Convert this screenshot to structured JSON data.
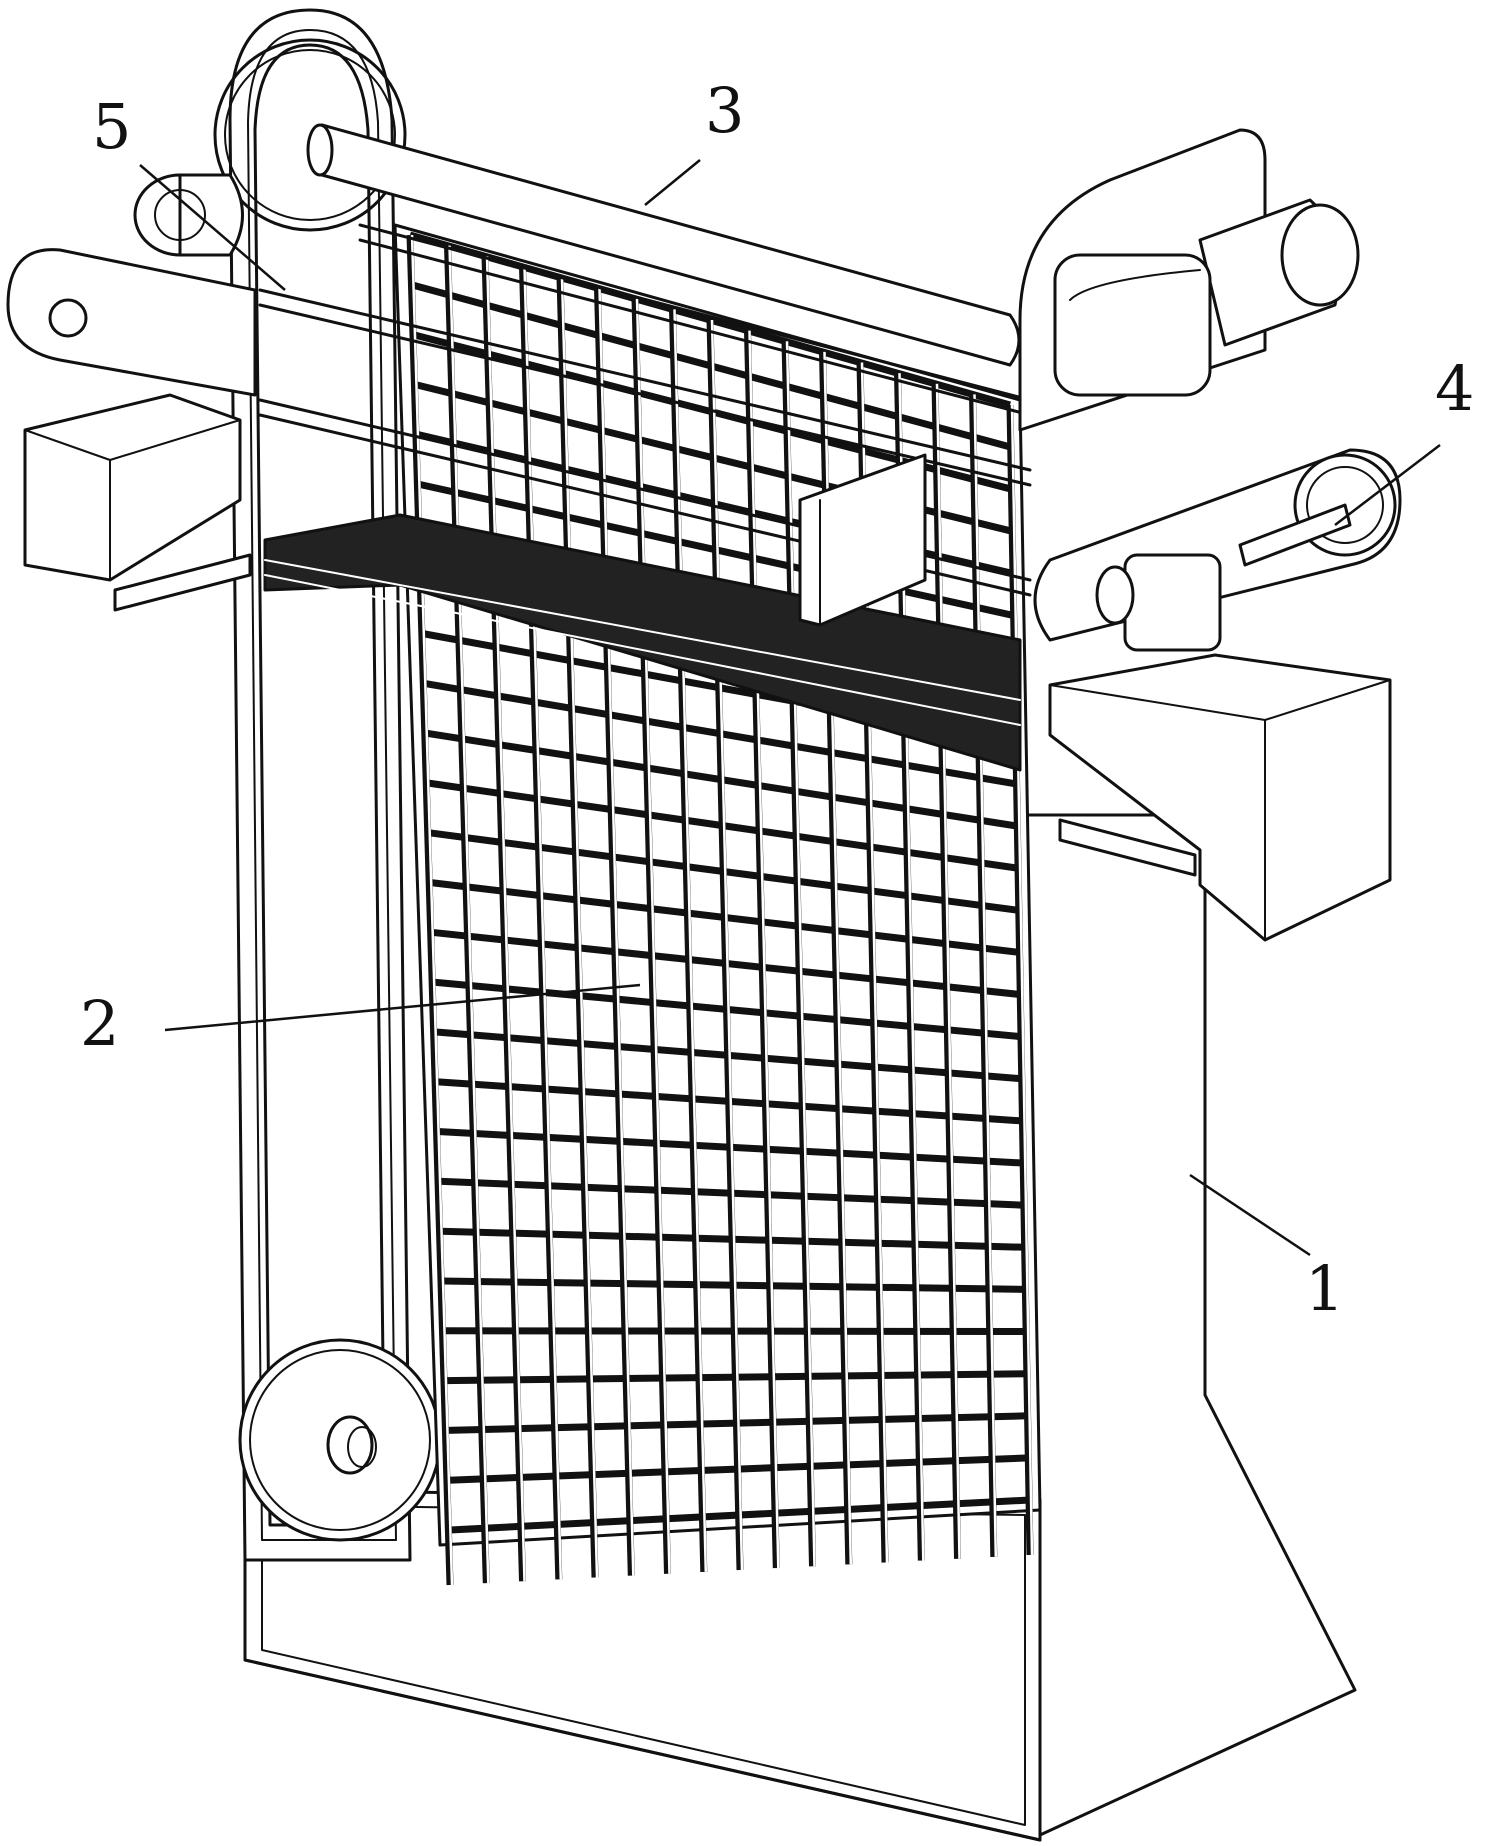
{
  "figure": {
    "labels": [
      {
        "id": "1",
        "text": "1"
      },
      {
        "id": "2",
        "text": "2"
      },
      {
        "id": "3",
        "text": "3"
      },
      {
        "id": "4",
        "text": "4"
      },
      {
        "id": "5",
        "text": "5"
      }
    ]
  }
}
